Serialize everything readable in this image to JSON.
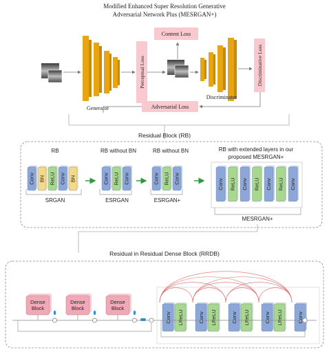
{
  "title": {
    "line1": "Modified Enhanced Super Resolution Generative",
    "line2": "Adversarial Network Plus (MESRGAN+)"
  },
  "top": {
    "generator_label": "Generator",
    "discriminator_label": "Discriminator",
    "content_loss": "Content Loss",
    "perceptual_loss": "Perceptual Loss",
    "adversarial_loss": "Adversarial Loss",
    "discriminative_loss": "Discriminative Loss"
  },
  "rb_section": {
    "title": "Residual Block (RB)",
    "srgan": {
      "top": "RB",
      "bottom": "SRGAN",
      "layers": [
        "Conv",
        "BN",
        "ReLU",
        "Conv",
        "BN"
      ]
    },
    "esrgan": {
      "top": "RB without BN",
      "bottom": "ESRGAN",
      "layers": [
        "Conv",
        "ReLU",
        "Conv"
      ]
    },
    "esrgan_plus": {
      "top": "RB without BN",
      "bottom": "ESRGAN+",
      "layers": [
        "Conv",
        "ReLU",
        "Conv"
      ]
    },
    "mesrgan": {
      "top_line1": "RB with extended layers in our",
      "top_line2": "proposed MESRGAN+",
      "bottom": "MESRGAN+",
      "layers": [
        "Conv",
        "ReLU",
        "Conv",
        "ReLU",
        "Conv",
        "ReLU",
        "Conv"
      ]
    }
  },
  "rrdb_section": {
    "title": "Residual in Residual Dense Block (RRDB)",
    "dense_blocks": [
      {
        "line1": "Dense",
        "line2": "Block"
      },
      {
        "line1": "Dense",
        "line2": "Block"
      },
      {
        "line1": "Dense",
        "line2": "Block"
      }
    ],
    "conv_label": "Conv",
    "lrelu_label": "LReLU"
  },
  "colors": {
    "generator": "#e8a512",
    "conv_blue": "#8da8d8",
    "bn_yellow": "#f3d98a",
    "relu_green": "#a8d88f",
    "dense_pink": "#f1a9b7",
    "loss_pink": "#f8c9cf",
    "arc_red": "#e06666",
    "arrow_green": "#2e9a3e"
  }
}
